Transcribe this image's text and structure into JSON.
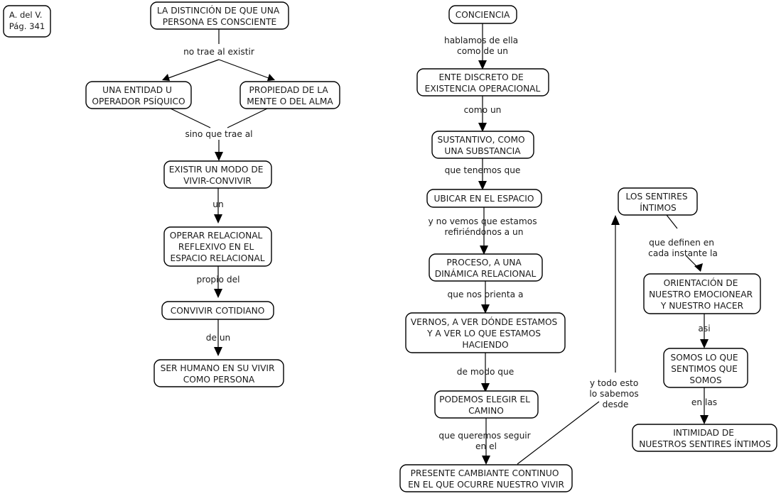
{
  "diagram": {
    "title": "Mapa conceptual sobre la conciencia",
    "type": "concept-map",
    "background_color": "#ffffff",
    "line_color": "#000000",
    "text_color": "#1a1a1a"
  },
  "source_note": {
    "line1": "A. del V.",
    "line2": "Pág. 341"
  },
  "nodes": {
    "distincion": {
      "lines": [
        "LA DISTINCIÓN DE QUE UNA",
        "PERSONA ES CONSCIENTE"
      ]
    },
    "entidad": {
      "lines": [
        "UNA ENTIDAD U",
        "OPERADOR PSÍQUICO"
      ]
    },
    "propiedad": {
      "lines": [
        "PROPIEDAD DE LA",
        "MENTE O DEL ALMA"
      ]
    },
    "existir_modo": {
      "lines": [
        "EXISTIR UN MODO DE",
        "VIVIR-CONVIVIR"
      ]
    },
    "operar": {
      "lines": [
        "OPERAR RELACIONAL",
        "REFLEXIVO EN EL",
        "ESPACIO RELACIONAL"
      ]
    },
    "convivir": {
      "lines": [
        "CONVIVIR COTIDIANO"
      ]
    },
    "ser_humano": {
      "lines": [
        "SER HUMANO EN SU VIVIR",
        "COMO PERSONA"
      ]
    },
    "conciencia": {
      "lines": [
        "CONCIENCIA"
      ]
    },
    "ente": {
      "lines": [
        "ENTE DISCRETO DE",
        "EXISTENCIA OPERACIONAL"
      ]
    },
    "sustantivo": {
      "lines": [
        "SUSTANTIVO, COMO",
        "UNA SUBSTANCIA"
      ]
    },
    "ubicar": {
      "lines": [
        "UBICAR EN EL ESPACIO"
      ]
    },
    "proceso": {
      "lines": [
        "PROCESO, A UNA",
        "DINÁMICA RELACIONAL"
      ]
    },
    "vernos": {
      "lines": [
        "VERNOS, A VER DÓNDE ESTAMOS",
        "Y A VER LO QUE ESTAMOS",
        "HACIENDO"
      ]
    },
    "podemos": {
      "lines": [
        "PODEMOS ELEGIR EL",
        "CAMINO"
      ]
    },
    "presente": {
      "lines": [
        "PRESENTE CAMBIANTE CONTINUO",
        "EN EL QUE OCURRE NUESTRO VIVIR"
      ]
    },
    "sentires": {
      "lines": [
        "LOS SENTIRES",
        "ÍNTIMOS"
      ]
    },
    "orientacion": {
      "lines": [
        "ORIENTACIÓN DE",
        "NUESTRO EMOCIONEAR",
        "Y NUESTRO HACER"
      ]
    },
    "somos": {
      "lines": [
        "SOMOS LO QUE",
        "SENTIMOS QUE",
        "SOMOS"
      ]
    },
    "intimidad": {
      "lines": [
        "INTIMIDAD DE",
        "NUESTROS SENTIRES ÍNTIMOS"
      ]
    }
  },
  "link_labels": {
    "no_trae": [
      "no trae al existir"
    ],
    "sino_que": [
      "sino que trae al"
    ],
    "un": [
      "un"
    ],
    "propio_del": [
      "propio del"
    ],
    "de_un": [
      "de un"
    ],
    "hablamos": [
      "hablamos de ella",
      "como de un"
    ],
    "como_un": [
      "como un"
    ],
    "que_tenemos": [
      "que tenemos que"
    ],
    "y_no_vemos": [
      "y no vemos que estamos",
      "refiriéndonos a un"
    ],
    "que_nos_orienta": [
      "que nos orienta a"
    ],
    "de_modo_que": [
      "de modo que"
    ],
    "que_queremos": [
      "que queremos seguir",
      "en el"
    ],
    "que_definen": [
      "que definen en",
      "cada instante la"
    ],
    "asi": [
      "asi"
    ],
    "en_las": [
      "en las"
    ],
    "y_todo_esto": [
      "y todo esto",
      "lo sabemos",
      "desde"
    ]
  }
}
